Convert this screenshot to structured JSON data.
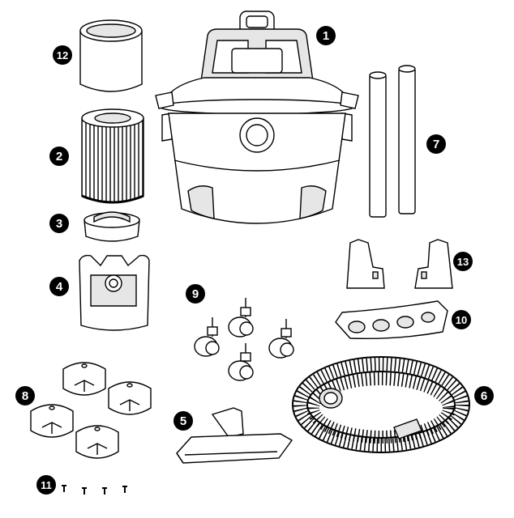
{
  "callouts": {
    "c1": "1",
    "c2": "2",
    "c3": "3",
    "c4": "4",
    "c5": "5",
    "c6": "6",
    "c7": "7",
    "c8": "8",
    "c9": "9",
    "c10": "10",
    "c11": "11",
    "c12": "12",
    "c13": "13"
  },
  "colors": {
    "ink": "#000000",
    "paper": "#ffffff",
    "shade": "#e6e6e6"
  }
}
